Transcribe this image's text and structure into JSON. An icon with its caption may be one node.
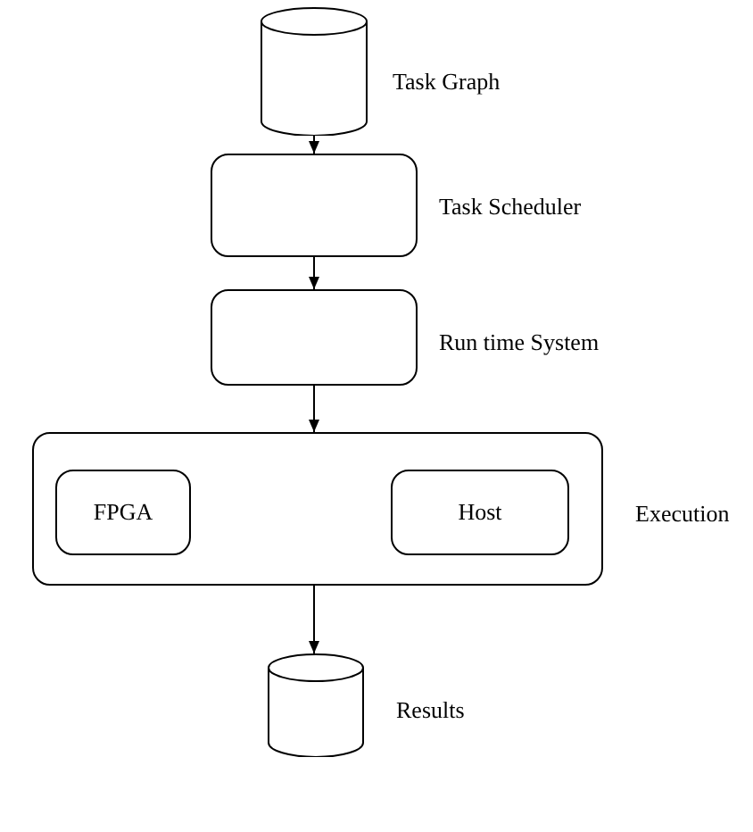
{
  "diagram": {
    "nodes": [
      {
        "text": [],
        "shape": "cylinder",
        "beside": [
          "Task Graph"
        ]
      },
      {
        "text": [],
        "shape": "box",
        "beside": [
          "Task Scheduler"
        ]
      },
      {
        "text": [],
        "shape": "box",
        "beside": [
          "Run time System"
        ]
      },
      {
        "text": [],
        "shape": "box",
        "beside": [
          "Execution"
        ]
      },
      {
        "text": [
          "FPGA"
        ],
        "in": 3
      },
      {
        "text": [
          "Host"
        ],
        "in": 3
      },
      {
        "text": [],
        "shape": "cylinder",
        "beside": [
          "Results"
        ]
      }
    ],
    "edges": [
      {
        "from": 0,
        "to": 1,
        "arrow": "to"
      },
      {
        "from": 1,
        "to": 2,
        "arrow": "to"
      },
      {
        "from": 2,
        "to": 3,
        "arrow": "to"
      },
      {
        "from": 3,
        "to": 6,
        "arrow": "to"
      }
    ]
  }
}
